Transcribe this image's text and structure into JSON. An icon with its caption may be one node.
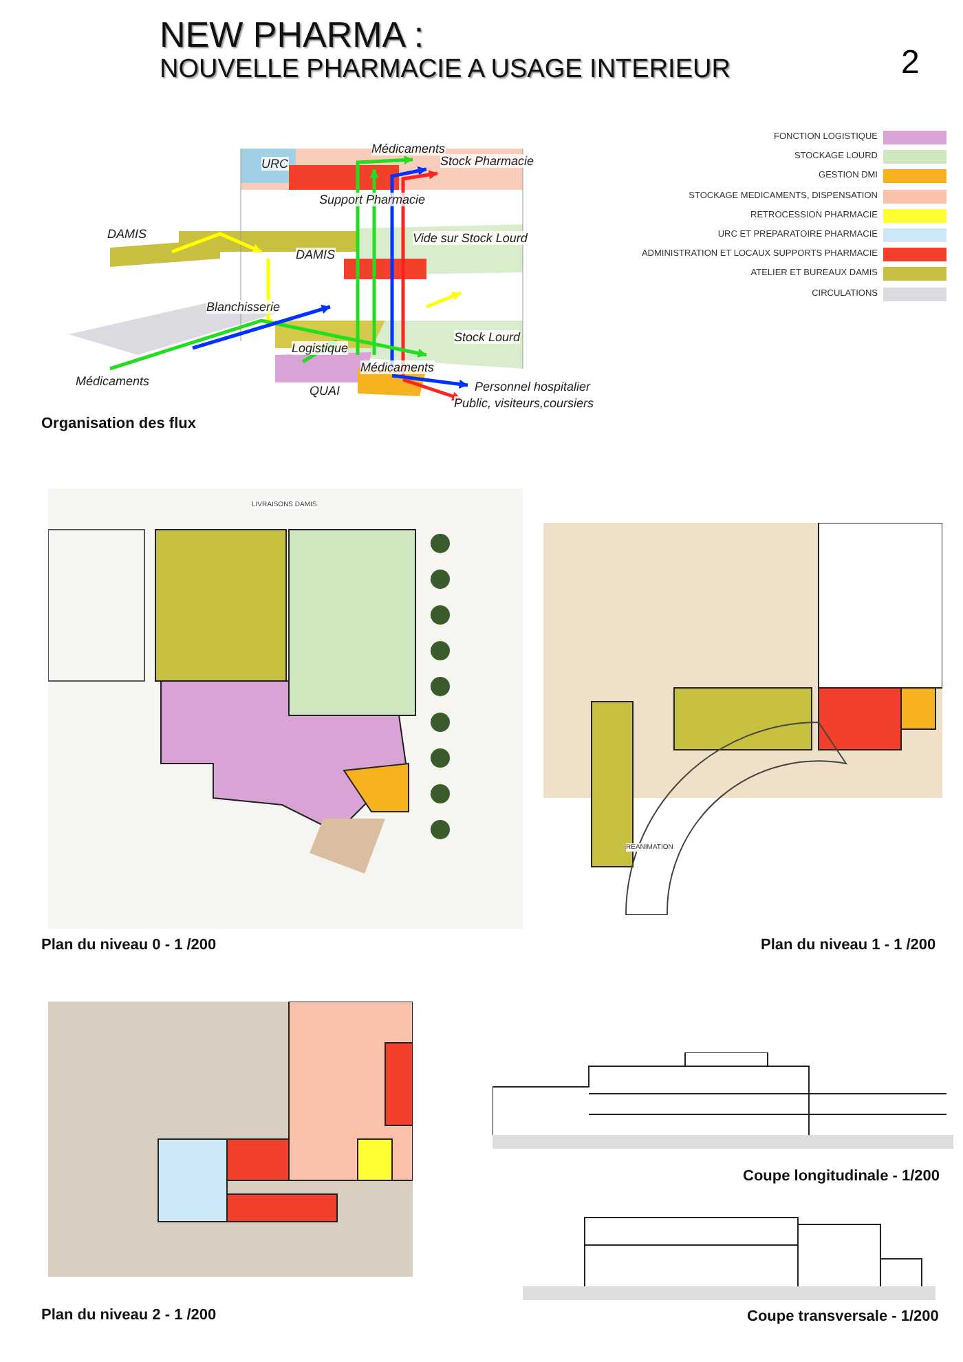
{
  "diagram": {
    "title": "NEW PHARMA :",
    "labels": [
      "NOUVELLE PHARMACIE A USAGE INTERIEUR",
      "2",
      "URC",
      "Support Pharmacie",
      "Médicaments",
      "Stock Pharmacie",
      "DAMIS",
      "DAMIS",
      "Vide sur Stock Lourd",
      "Blanchisserie",
      "Médicaments",
      "Logistique",
      "Médicaments",
      "Stock Lourd",
      "QUAI",
      "Personnel hospitalier",
      "Public, visiteurs,coursiers",
      "Organisation des flux",
      "LIVRAISONS DAMIS",
      "REANIMATION",
      "Plan du niveau 0 - 1 /200",
      "Plan du niveau 1 - 1 /200",
      "Plan du niveau 2 - 1 /200",
      "Coupe longitudinale - 1/200",
      "Coupe transversale - 1/200"
    ],
    "legend": [
      {
        "text": "FONCTION LOGISTIQUE",
        "color": "#d9a3d6"
      },
      {
        "text": "STOCKAGE LOURD",
        "color": "#cfe8c0"
      },
      {
        "text": "GESTION DMI",
        "color": "#f7b21f"
      },
      {
        "text": "STOCKAGE MEDICAMENTS, DISPENSATION",
        "color": "#f9c0aa"
      },
      {
        "text": "RETROCESSION PHARMACIE",
        "color": "#ffff33"
      },
      {
        "text": "URC ET PREPARATOIRE PHARMACIE",
        "color": "#cde8f6"
      },
      {
        "text": "ADMINISTRATION ET LOCAUX SUPPORTS PHARMACIE",
        "color": "#f2402a"
      },
      {
        "text": "ATELIER ET BUREAUX DAMIS",
        "color": "#c7c040"
      },
      {
        "text": "CIRCULATIONS",
        "color": "#dcdae0"
      }
    ]
  }
}
